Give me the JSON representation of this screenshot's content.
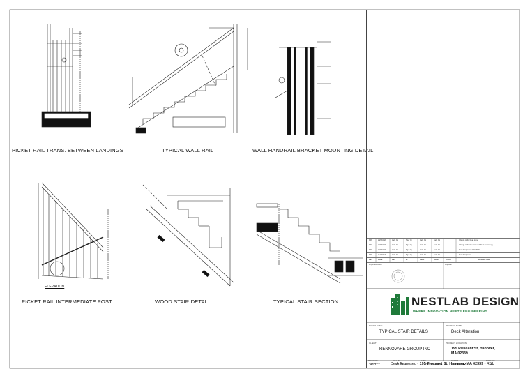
{
  "drawings": {
    "captions": {
      "picket_rail_landings": "PICKET RAIL TRANS. BETWEEN LANDINGS",
      "typical_wall_rail": "TYPICAL WALL RAIL",
      "wall_handrail_bracket": "WALL HANDRAIL BRACKET MOUNTING DETAIL",
      "picket_rail_intermediate": "PICKET RAIL INTERMEDIATE POST",
      "wood_stair": "WOOD STAIR DETAI",
      "typical_stair_section": "TYPICAL STAIR SECTION"
    },
    "elevation_label": "ELEVATION"
  },
  "revisions": {
    "rows": [
      {
        "rev": "R03",
        "date": "24/03/2026",
        "des": "Jade Ok",
        "id": "Tiger Oj",
        "verf": "Jade Ok",
        "appr": "Jade Ok",
        "desc": "Change to the Ikea Stone"
      },
      {
        "rev": "R02",
        "date": "20/03/2026",
        "des": "Jade Ok",
        "id": "Tiger Oj",
        "verf": "Jade Ok",
        "appr": "Jade Ok",
        "desc": "Change to the Elevation and Deck Technology"
      },
      {
        "rev": "R01",
        "date": "15/03/2026",
        "des": "Jade Ok",
        "id": "Tiger Oj",
        "verf": "Jade Ok",
        "appr": "Jade Ok",
        "desc": "Deck Proposed & REVISED"
      },
      {
        "rev": "R00",
        "date": "11/03/2026",
        "des": "Jade Ok",
        "id": "Tiger Oj",
        "verf": "Jade Ok",
        "appr": "Jade Ok",
        "desc": "Deck Proposed"
      }
    ],
    "headers": [
      "REV",
      "DATE",
      "DES",
      "ID",
      "VERF",
      "APPR",
      "TRAIL",
      "DESCRIPTION"
    ],
    "project_execution": "Project Execution",
    "approval": "Approval"
  },
  "title_block": {
    "logo_main": "NESTLAB DESIGN",
    "logo_tagline": "WHERE INNOVATION MEETS ENGINEERING",
    "sheet_name_label": "SHEET NAME",
    "sheet_name": "TYPICAL STAIR DETAILS",
    "project_name_label": "PROJECT NAME",
    "project_name": "Deck Alteration",
    "client_label": "CLIENT",
    "client": "RENNOVARE GROUP INC",
    "project_location_label": "PROJECT LOCATION",
    "project_location_line1": "195 Pleasant St, Hanover,",
    "project_location_line2": "MA 02339",
    "file_name_label": "FILE NAME",
    "file_name_prefix": "Deck Proposed - ",
    "file_name_bold": "195 Pleasant St, Hanover, MA 02339",
    "file_name_suffix": " - R01",
    "revision_label": "REVISION",
    "revision": "R03",
    "scale_label": "SCALE",
    "scale": "1 : 100",
    "date_label": "DATE",
    "date": "24/03/2026",
    "sheet_label": "SHEET",
    "sheet": "06 / 02",
    "format_label": "FORMAT",
    "format": "A2"
  },
  "colors": {
    "logo_green": "#1f7a3a",
    "line": "#222222"
  }
}
